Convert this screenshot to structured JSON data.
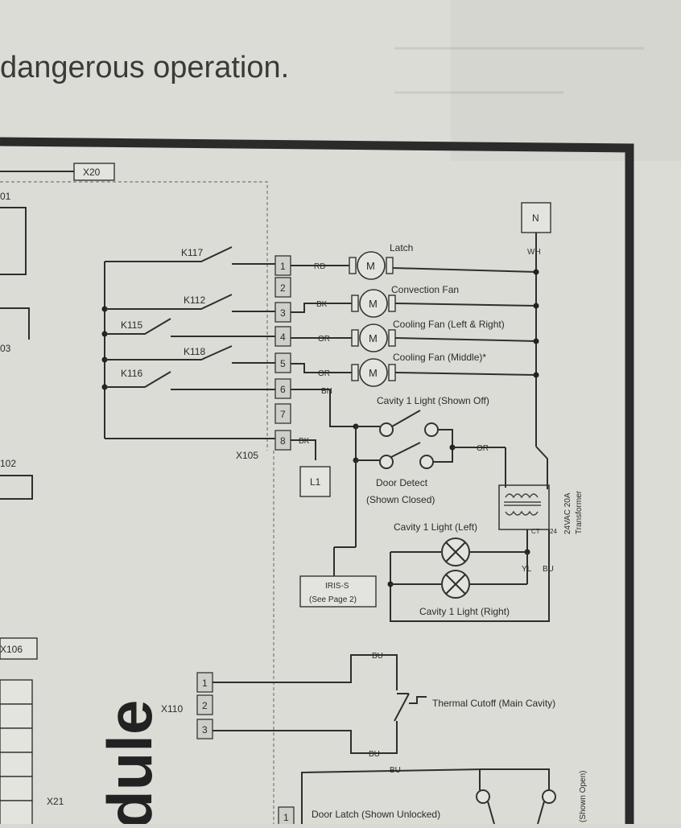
{
  "header": {
    "text": "dangerous operation."
  },
  "module_title": "dule",
  "connectors": {
    "x20": "X20",
    "x105": "X105",
    "x110": "X110",
    "x106": "X106",
    "x21": "X21",
    "x102": "102",
    "x103": "03",
    "x101": "01"
  },
  "relays": [
    "K117",
    "K112",
    "K115",
    "K118",
    "K116"
  ],
  "x105_pins": [
    "1",
    "2",
    "3",
    "4",
    "5",
    "6",
    "7",
    "8"
  ],
  "x110_pins": [
    "1",
    "2",
    "3"
  ],
  "wires": {
    "rd": "RD",
    "bk": "BK",
    "or": "OR",
    "bn": "BN",
    "wh": "WH",
    "yl": "YL",
    "bu": "BU",
    "ct": "CT",
    "t24": "24"
  },
  "loads": {
    "latch": "Latch",
    "convection_fan": "Convection Fan",
    "cooling_fan_lr": "Cooling Fan (Left & Right)",
    "cooling_fan_mid": "Cooling Fan (Middle)*",
    "motor": "M"
  },
  "neutral": "N",
  "l1": "L1",
  "cavity_light_switch": "Cavity 1 Light (Shown Off)",
  "door_detect": "Door Detect",
  "door_detect_state": "(Shown Closed)",
  "transformer": {
    "line1": "24VAC 20A",
    "line2": "Transformer"
  },
  "cavity_light_left": "Cavity 1 Light (Left)",
  "cavity_light_right": "Cavity 1 Light (Right)",
  "iris": {
    "line1": "IRIS-S",
    "line2": "(See Page 2)"
  },
  "thermal_cutoff": "Thermal Cutoff (Main Cavity)",
  "door_latch": "Door Latch (Shown Unlocked)",
  "door_latch_pin": "1",
  "shown_open": "(Shown Open)"
}
